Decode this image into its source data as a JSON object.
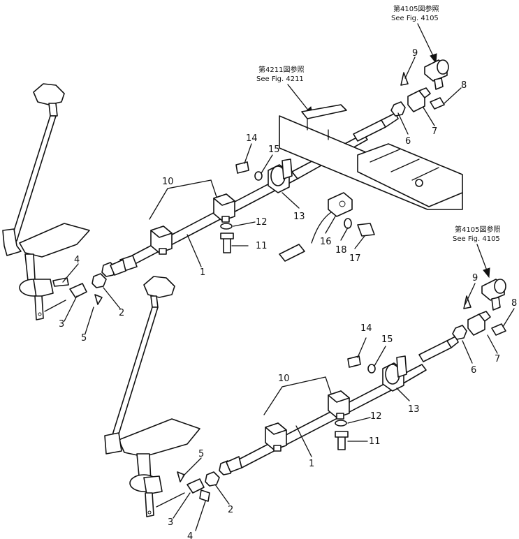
{
  "references": [
    {
      "jp": "第4105図参照",
      "en": "See Fig. 4105"
    },
    {
      "jp": "第4211図参照",
      "en": "See Fig. 4211"
    },
    {
      "jp": "第4105図参照",
      "en": "See Fig. 4105"
    }
  ],
  "callouts": {
    "upper": [
      "1",
      "2",
      "3",
      "4",
      "5",
      "6",
      "7",
      "8",
      "9",
      "10",
      "11",
      "12",
      "13",
      "14",
      "15",
      "16",
      "17",
      "18"
    ],
    "lower": [
      "1",
      "2",
      "3",
      "4",
      "5",
      "6",
      "7",
      "8",
      "9",
      "10",
      "11",
      "12",
      "13",
      "14",
      "15"
    ]
  }
}
